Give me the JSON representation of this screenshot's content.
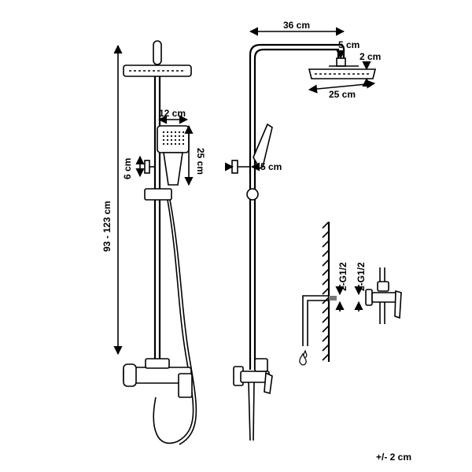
{
  "front_view": {
    "height_range": "93 - 123 cm",
    "handset_width": "12 cm",
    "handset_length": "25 cm",
    "holder_adjust": "6 cm"
  },
  "side_view": {
    "arm_length": "36 cm",
    "head_joint": "5 cm",
    "head_thickness": "2 cm",
    "head_width": "25 cm",
    "valve_offset": "5 cm"
  },
  "connection_detail": {
    "inlet_left": "2-G1/2",
    "inlet_right": "2-G1/2"
  },
  "tolerance": "+/- 2 cm",
  "icons": [
    "water-drop-icon"
  ]
}
